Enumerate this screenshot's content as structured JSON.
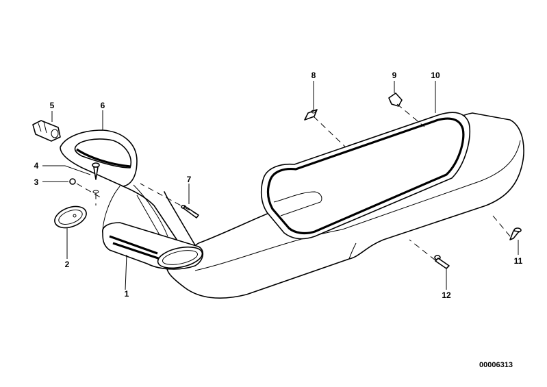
{
  "callouts": [
    {
      "id": "1",
      "label": "1"
    },
    {
      "id": "2",
      "label": "2"
    },
    {
      "id": "3",
      "label": "3"
    },
    {
      "id": "4",
      "label": "4"
    },
    {
      "id": "5",
      "label": "5"
    },
    {
      "id": "6",
      "label": "6"
    },
    {
      "id": "7",
      "label": "7"
    },
    {
      "id": "8",
      "label": "8"
    },
    {
      "id": "9",
      "label": "9"
    },
    {
      "id": "10",
      "label": "10"
    },
    {
      "id": "11",
      "label": "11"
    },
    {
      "id": "12",
      "label": "12"
    }
  ],
  "document_id": "00006313"
}
